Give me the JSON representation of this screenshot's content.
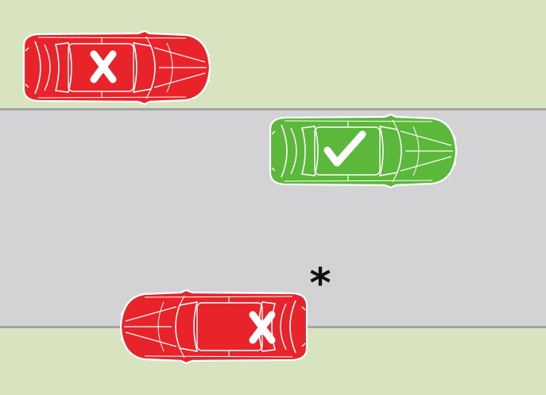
{
  "colors": {
    "verge": "#d8e3bf",
    "road": "#d3d3d6",
    "road_edge": "#a3a3a6",
    "car_wrong": "#e8242a",
    "car_right": "#5cb83a",
    "car_outline": "#ffffff"
  },
  "cars": [
    {
      "id": "top-left",
      "status": "incorrect",
      "mark_icon": "cross-icon",
      "facing": "right",
      "location": "verge"
    },
    {
      "id": "middle",
      "status": "correct",
      "mark_icon": "check-icon",
      "facing": "right",
      "location": "road"
    },
    {
      "id": "bottom",
      "status": "incorrect",
      "mark_icon": "cross-icon",
      "facing": "left",
      "location": "verge"
    }
  ],
  "asterisk": "*"
}
